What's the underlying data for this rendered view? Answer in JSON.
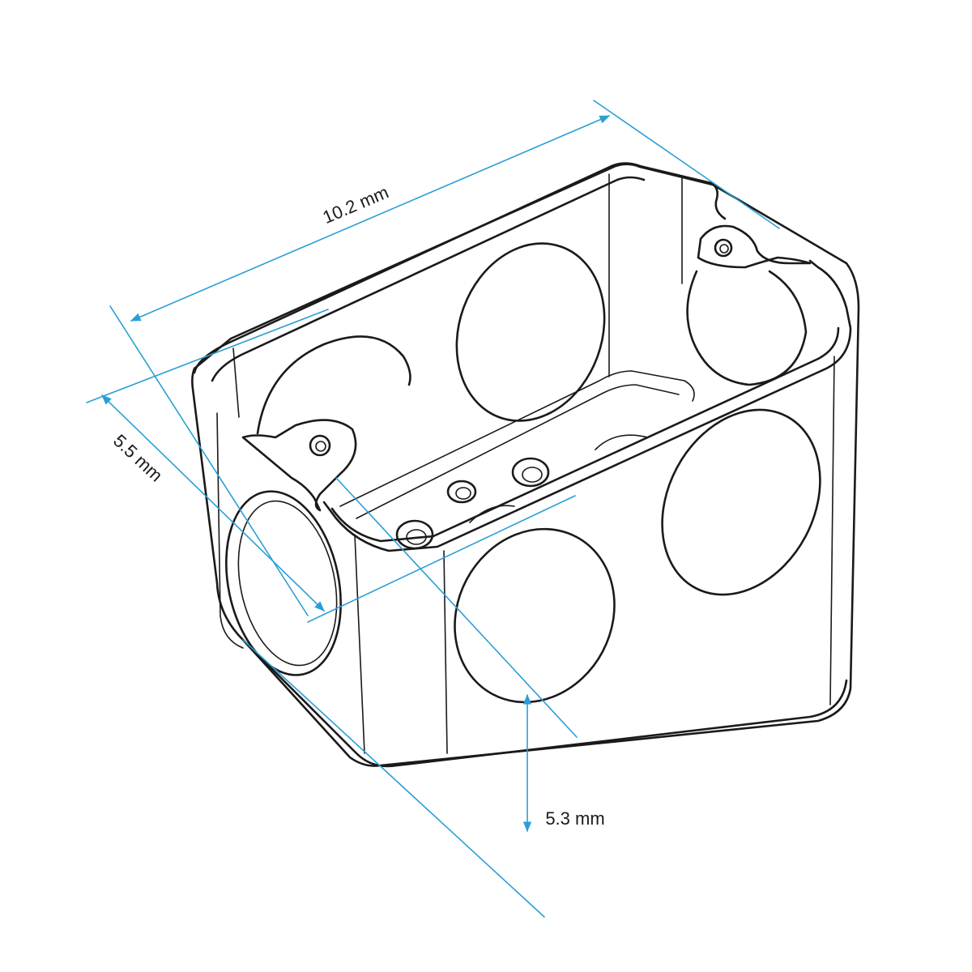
{
  "colors": {
    "outline": "#1a1a1a",
    "dimension": "#2a9fd6",
    "background": "#ffffff"
  },
  "dimensions": {
    "length": {
      "label": "10.2 mm"
    },
    "width": {
      "label": "5.5 mm"
    },
    "height": {
      "label": "5.3 mm"
    }
  }
}
